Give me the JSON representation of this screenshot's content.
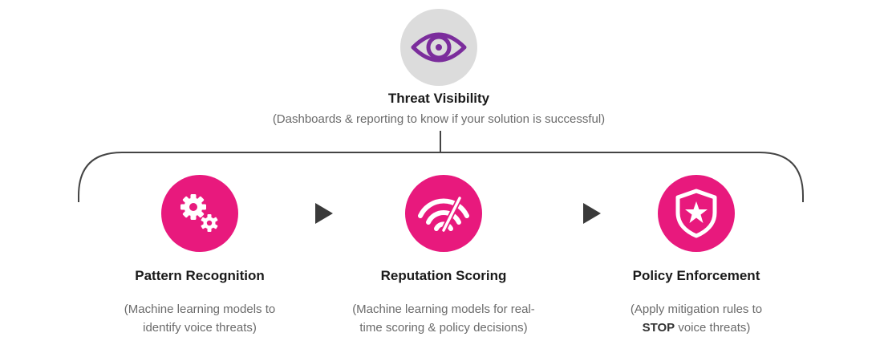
{
  "colors": {
    "accent": "#e8197d",
    "eye": "#7b2d9c",
    "top_circle": "#dcdcdc",
    "connector": "#444444",
    "arrow": "#3a3a3a"
  },
  "top": {
    "icon": "eye-icon",
    "title": "Threat Visibility",
    "subtitle": "(Dashboards & reporting to know if your solution is successful)"
  },
  "steps": [
    {
      "icon": "gears-icon",
      "title": "Pattern Recognition",
      "desc_line1": "(Machine learning models to",
      "desc_line2": "identify voice threats)"
    },
    {
      "icon": "gauge-icon",
      "title": "Reputation Scoring",
      "desc_line1": "(Machine learning models for real-",
      "desc_line2": "time scoring & policy decisions)"
    },
    {
      "icon": "shield-star-icon",
      "title": "Policy Enforcement",
      "desc_line1": "(Apply mitigation rules to",
      "desc_line2_strong": "STOP",
      "desc_line2_rest": " voice threats)"
    }
  ]
}
